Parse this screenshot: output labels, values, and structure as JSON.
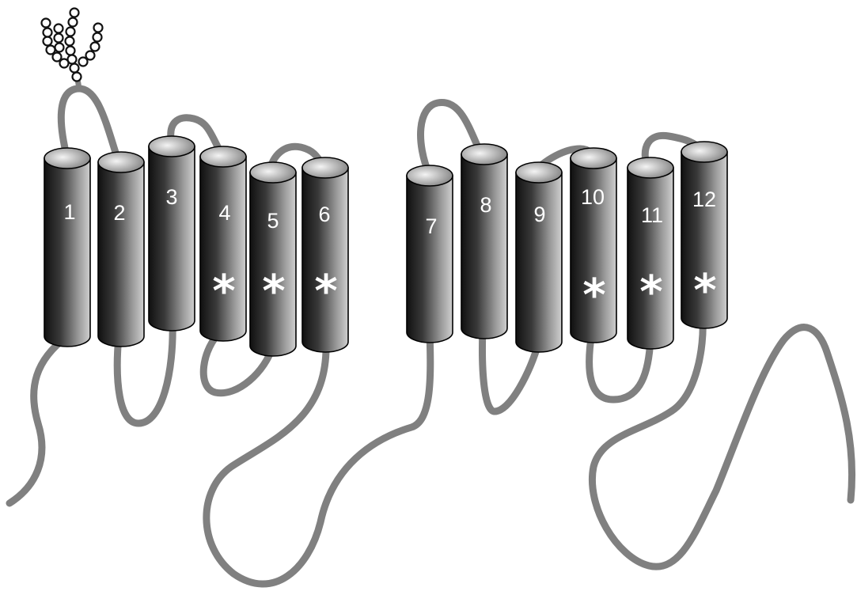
{
  "colors": {
    "chain": "#808080",
    "helix_dark": "#141414",
    "helix_light": "#c8c8c8",
    "glycan_ring": "#111111",
    "label": "#ffffff"
  },
  "helices": [
    {
      "label": "1",
      "marked": false
    },
    {
      "label": "2",
      "marked": false
    },
    {
      "label": "3",
      "marked": false
    },
    {
      "label": "4",
      "marked": true
    },
    {
      "label": "5",
      "marked": true
    },
    {
      "label": "6",
      "marked": true
    },
    {
      "label": "7",
      "marked": false
    },
    {
      "label": "8",
      "marked": false
    },
    {
      "label": "9",
      "marked": false
    },
    {
      "label": "10",
      "marked": true
    },
    {
      "label": "11",
      "marked": true
    },
    {
      "label": "12",
      "marked": true
    }
  ],
  "marker_symbol": "*"
}
